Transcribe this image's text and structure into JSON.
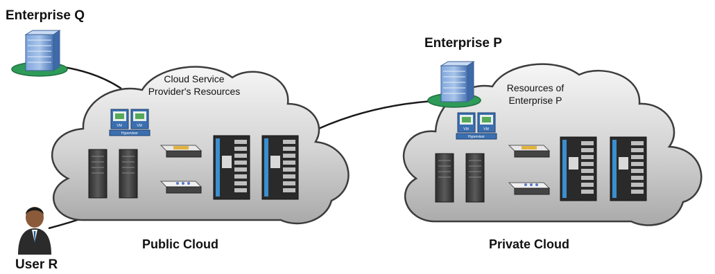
{
  "labels": {
    "enterprise_q": "Enterprise Q",
    "enterprise_p": "Enterprise P",
    "user_r": "User R",
    "public_cloud": "Public Cloud",
    "private_cloud": "Private Cloud",
    "public_resources_line1": "Cloud Service",
    "public_resources_line2": "Provider's Resources",
    "private_resources_line1": "Resources of",
    "private_resources_line2": "Enterprise P",
    "hypervisor": "Hypervisor",
    "vm": "VM"
  },
  "colors": {
    "cloud_fill_top": "#f4f4f4",
    "cloud_fill_bottom": "#b9b9b9",
    "cloud_stroke": "#444444",
    "building_blue": "#5b86c4",
    "building_base": "#2e9b58",
    "server_dark": "#3c3c3c",
    "rack_blue": "#3b8fd0"
  }
}
